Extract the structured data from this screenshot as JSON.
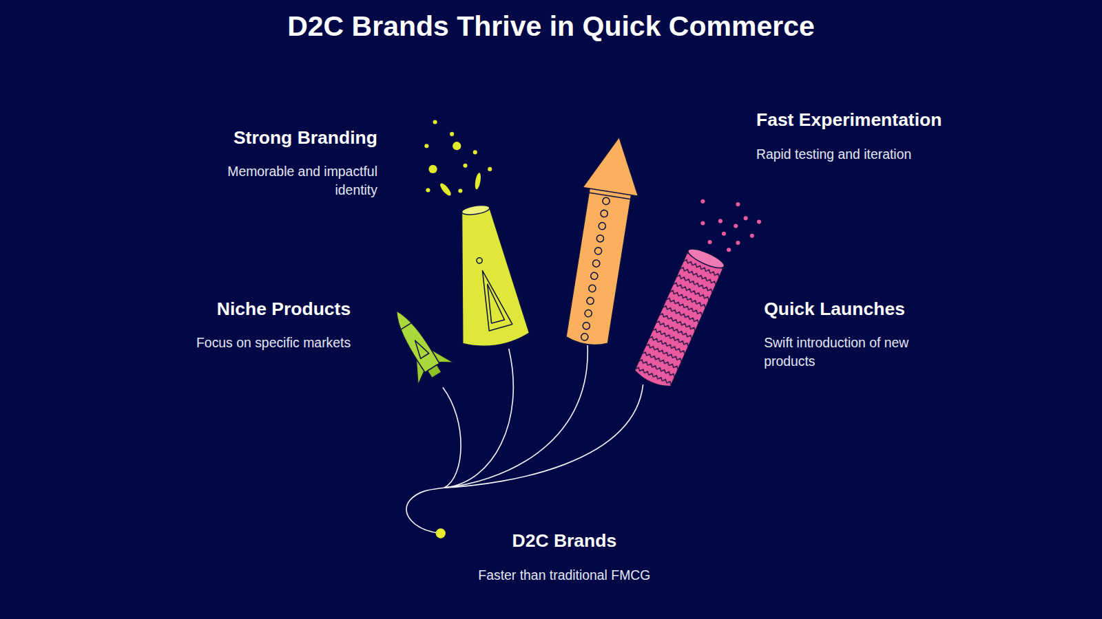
{
  "diagram": {
    "title": "D2C Brands Thrive in Quick Commerce",
    "nodes": [
      {
        "text": [
          "Strong Branding",
          "Memorable and impactful identity"
        ]
      },
      {
        "text": [
          "Fast Experimentation",
          "Rapid testing and iteration"
        ]
      },
      {
        "text": [
          "Niche Products",
          "Focus on specific markets"
        ]
      },
      {
        "text": [
          "Quick Launches",
          "Swift introduction of new products"
        ]
      },
      {
        "text": [
          "D2C Brands",
          "Faster than traditional FMCG"
        ]
      }
    ]
  }
}
